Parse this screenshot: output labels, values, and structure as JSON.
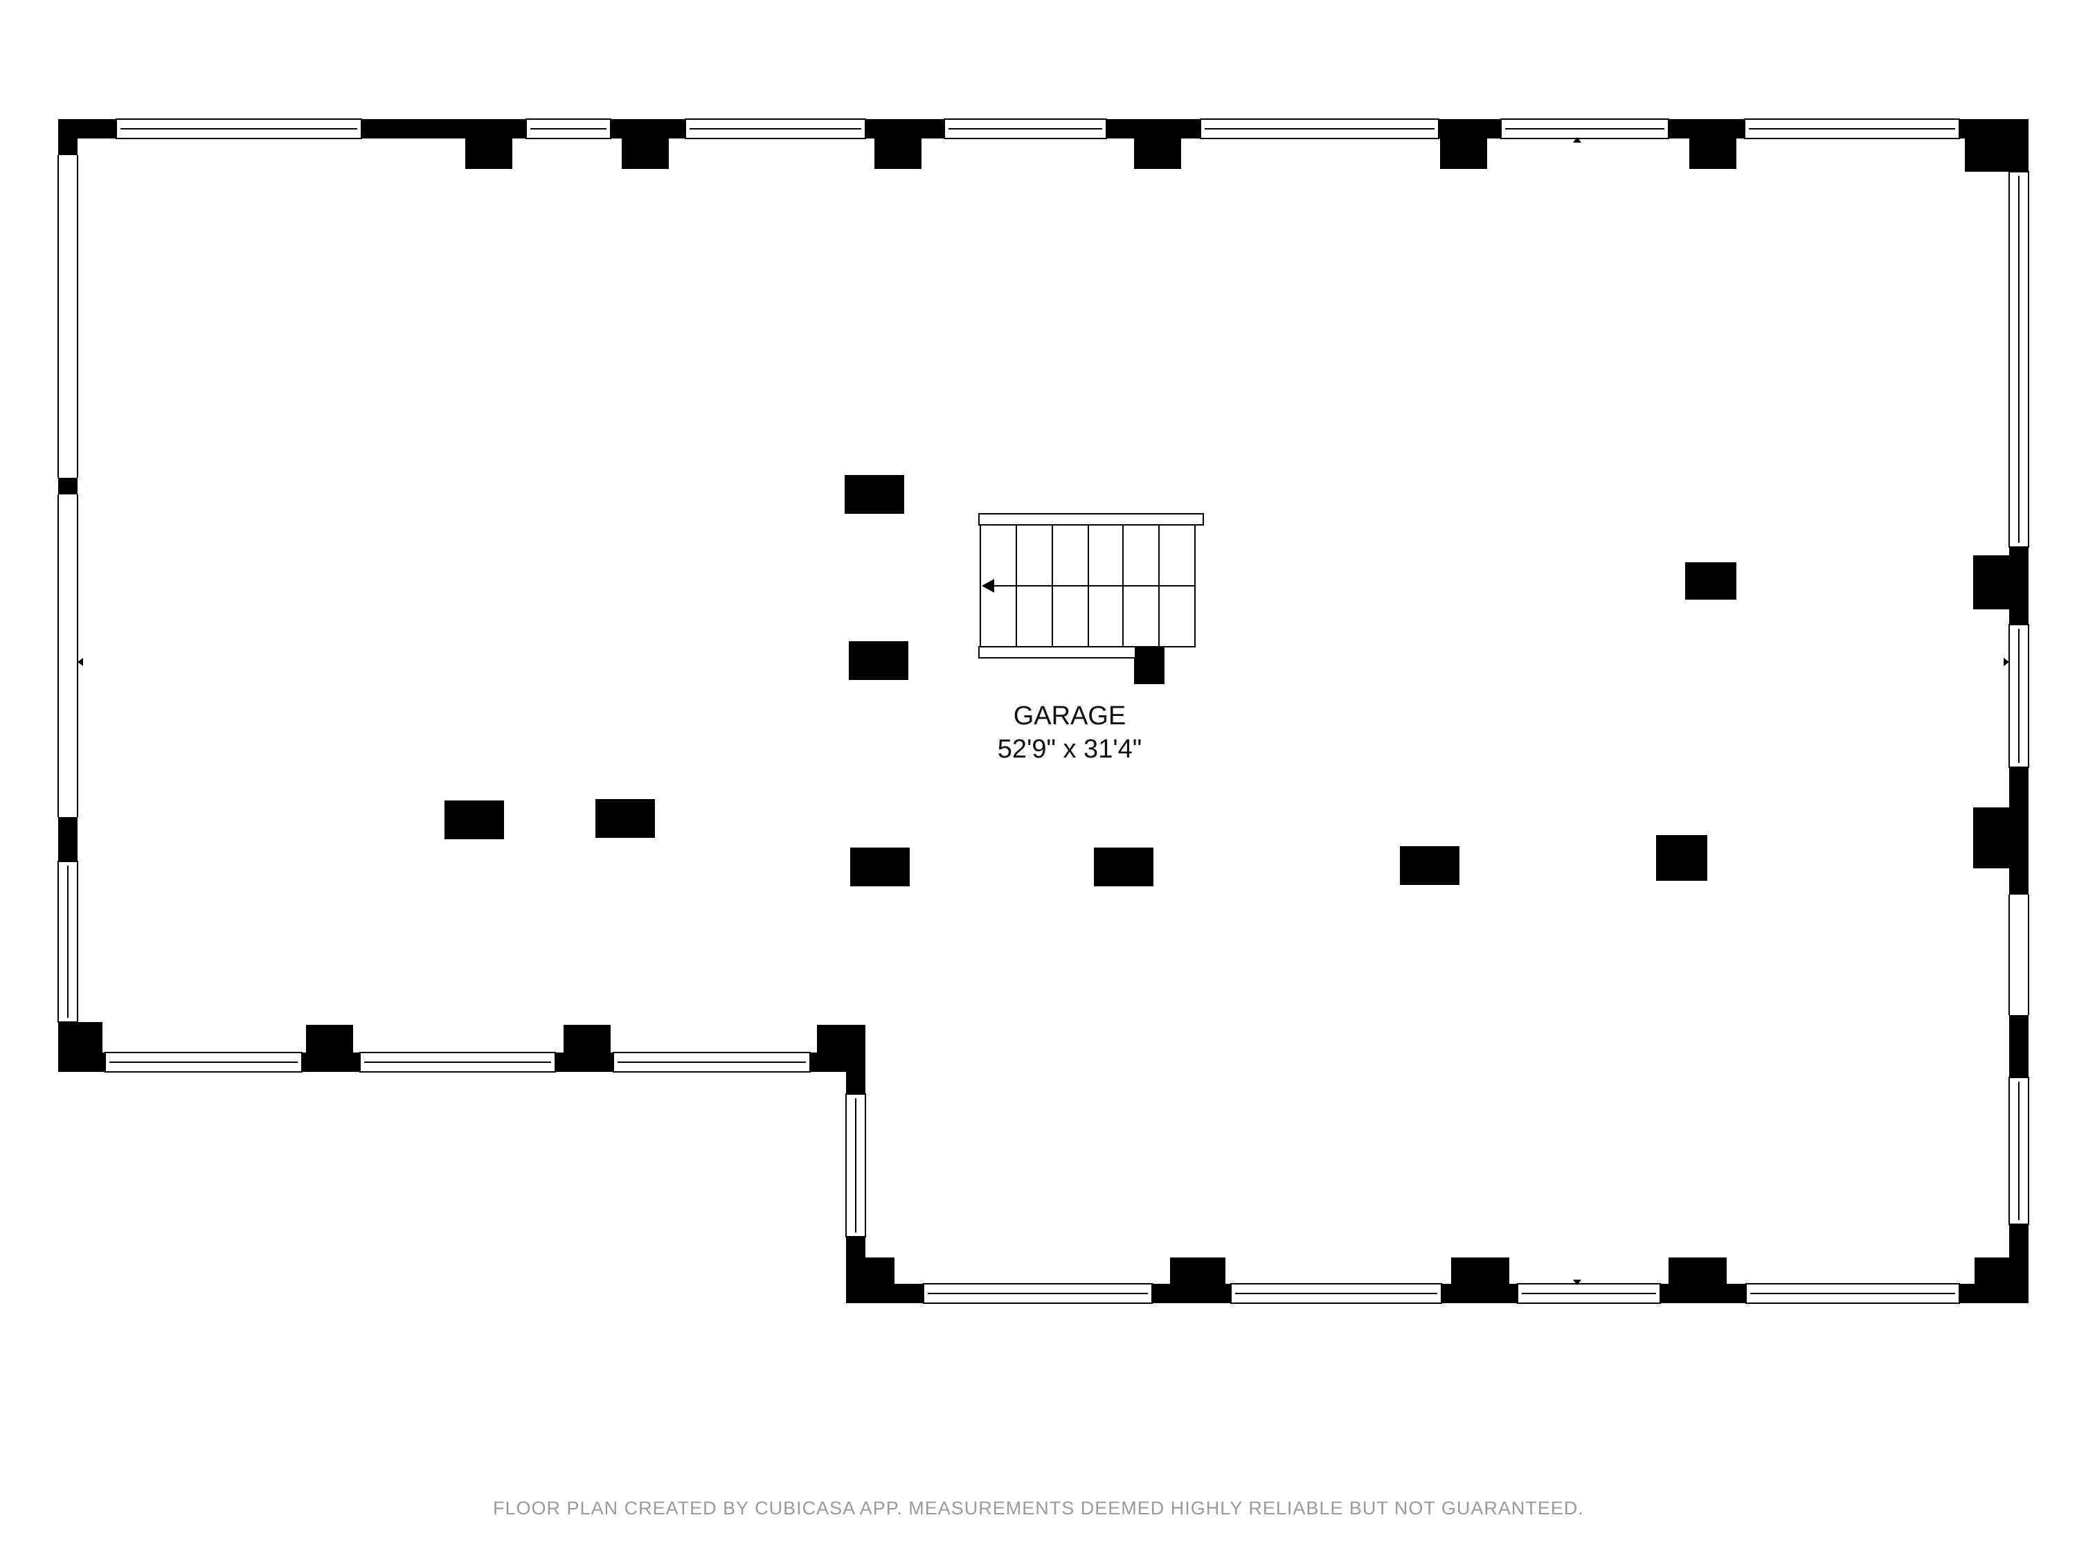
{
  "room": {
    "name": "GARAGE",
    "dimensions": "52'9\" x 31'4\""
  },
  "footer": {
    "disclaimer": "FLOOR PLAN CREATED BY CUBICASA APP. MEASUREMENTS DEEMED HIGHLY RELIABLE BUT NOT GUARANTEED."
  },
  "colors": {
    "wall": "#000000",
    "window_frame": "#000000",
    "background": "#ffffff",
    "footer_text": "#9a9a9a"
  },
  "stairs": {
    "direction_icon": "arrow-left-icon"
  }
}
